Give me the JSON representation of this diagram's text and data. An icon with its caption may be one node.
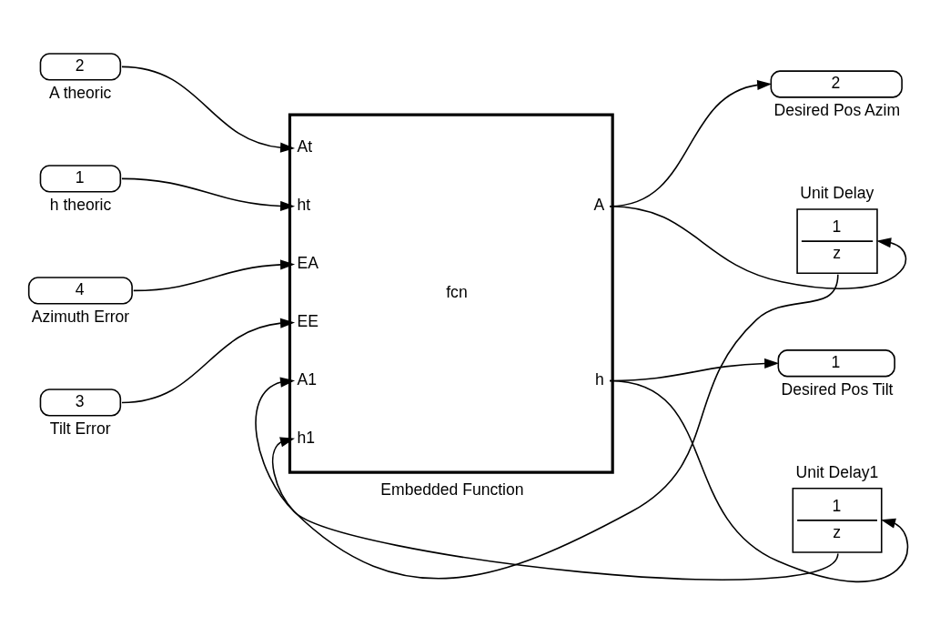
{
  "diagram": {
    "nodes": [
      {
        "text": [
          "2"
        ],
        "beside": [
          "A theoric"
        ]
      },
      {
        "text": [
          "1"
        ],
        "beside": [
          "h theoric"
        ]
      },
      {
        "text": [
          "4"
        ],
        "beside": [
          "Azimuth Error"
        ]
      },
      {
        "text": [
          "3"
        ],
        "beside": [
          "Tilt Error"
        ]
      },
      {
        "text": [
          "At",
          "ht",
          "EA",
          "EE",
          "A1",
          "h1",
          "fcn",
          "A",
          "h"
        ],
        "beside": [
          "Embedded Function"
        ]
      },
      {
        "text": [
          "2"
        ],
        "beside": [
          "Desired Pos Azim"
        ]
      },
      {
        "text": [
          "1"
        ],
        "beside": [
          "Desired Pos Tilt"
        ]
      },
      {
        "text": [
          "1",
          "z"
        ],
        "beside": [
          "Unit Delay1"
        ]
      },
      {
        "text": [
          "1",
          "z"
        ],
        "beside": [
          "Unit Delay"
        ]
      }
    ],
    "edges": [
      {
        "from": 0,
        "to": 4,
        "arrow": "to"
      },
      {
        "from": 1,
        "to": 4,
        "arrow": "to"
      },
      {
        "from": 2,
        "to": 4,
        "arrow": "to"
      },
      {
        "from": 3,
        "to": 4,
        "arrow": "to"
      },
      {
        "from": 4,
        "to": 5,
        "arrow": "to"
      },
      {
        "from": 4,
        "to": 8,
        "arrow": "to"
      },
      {
        "from": 4,
        "to": 6,
        "arrow": "to"
      },
      {
        "from": 4,
        "to": 7,
        "arrow": "to"
      },
      {
        "from": 7,
        "to": 4,
        "arrow": "to"
      },
      {
        "from": 8,
        "to": 4,
        "arrow": "to"
      }
    ]
  }
}
